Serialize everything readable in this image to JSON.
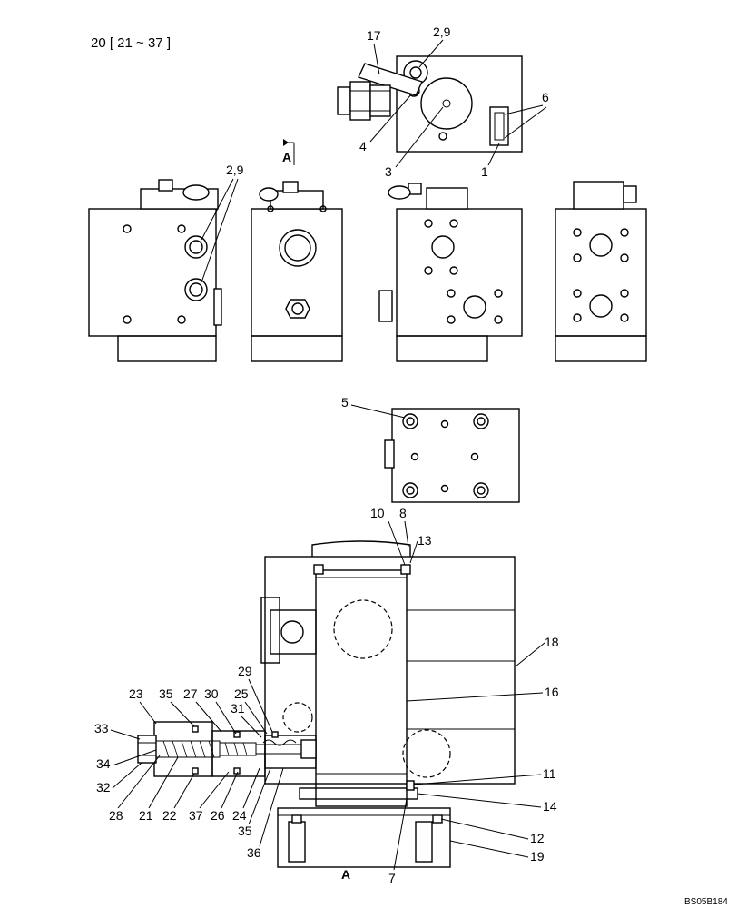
{
  "header": {
    "ref": "20 [ 21 ~ 37 ]"
  },
  "view_marks": {
    "top": "A",
    "bottom": "A"
  },
  "callouts": {
    "c17": "17",
    "c29a": "2,9",
    "c4": "4",
    "c3": "3",
    "c6": "6",
    "c1": "1",
    "c29b": "2,9",
    "c5": "5",
    "c10": "10",
    "c8": "8",
    "c13": "13",
    "c18": "18",
    "c16": "16",
    "c29": "29",
    "c25": "25",
    "c31": "31",
    "c23": "23",
    "c35a": "35",
    "c27": "27",
    "c30": "30",
    "c33": "33",
    "c34": "34",
    "c32": "32",
    "c28": "28",
    "c21": "21",
    "c22": "22",
    "c37": "37",
    "c26": "26",
    "c24": "24",
    "c35b": "35",
    "c36": "36",
    "c11": "11",
    "c14": "14",
    "c12": "12",
    "c19": "19",
    "c7": "7"
  },
  "footer": {
    "code": "BS05B184"
  }
}
